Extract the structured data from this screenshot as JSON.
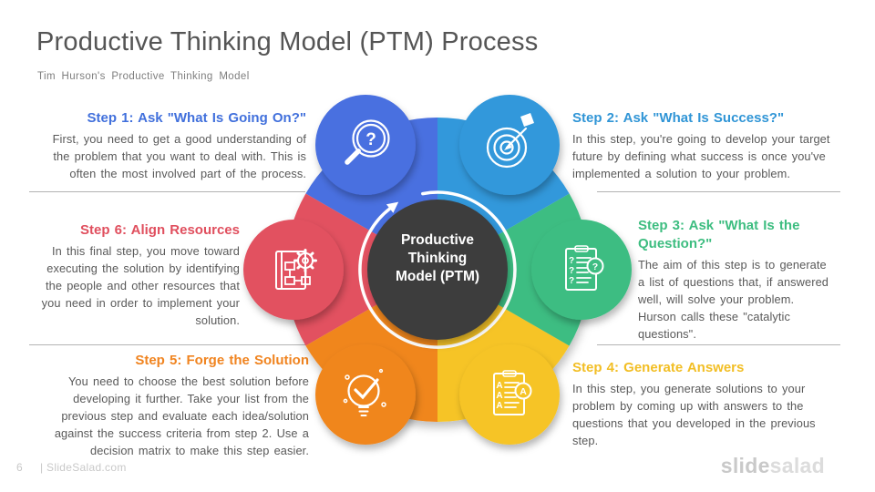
{
  "slide": {
    "title": "Productive Thinking Model (PTM) Process",
    "subtitle": "Tim Hurson's  Productive  Thinking  Model"
  },
  "center": {
    "label": "Productive\nThinking\nModel (PTM)",
    "bg": "#3d3d3d",
    "text_color": "#ffffff",
    "arrow_icon": "cycle-arrow-icon"
  },
  "steps": [
    {
      "heading": "Step 1: Ask \"What Is Going On?\"",
      "body": "First, you need to get a good understanding of the problem that you want to deal with. This is often the most involved part of the process.",
      "color": "#4170dc",
      "fill": "#4a6fe0",
      "icon": "magnifier-question-icon",
      "glyph": "?"
    },
    {
      "heading": "Step 2: Ask \"What Is Success?\"",
      "body": "In this step, you're going to develop your target future by defining what success is once you've implemented a solution to your problem.",
      "color": "#3095d6",
      "fill": "#3398db",
      "icon": "target-dart-icon",
      "glyph": ""
    },
    {
      "heading": "Step 3: Ask \"What Is the Question?\"",
      "body": "The aim of this step is to generate a list of questions that, if answered well, will solve your problem. Hurson calls these \"catalytic questions\".",
      "color": "#3dbd80",
      "fill": "#3ebd82",
      "icon": "question-list-clipboard-icon",
      "glyph": "?"
    },
    {
      "heading": "Step 4: Generate Answers",
      "body": "In this step, you generate solutions to your problem by coming up with answers to the questions that you developed in the previous step.",
      "color": "#f2be24",
      "fill": "#f6c426",
      "icon": "answer-list-clipboard-icon",
      "glyph": "A"
    },
    {
      "heading": "Step 5: Forge the Solution",
      "body": "You need to choose the best solution before developing it further. Take your list from the previous step and evaluate each idea/solution against the success criteria from step 2. Use a decision matrix to make this step easier.",
      "color": "#f08420",
      "fill": "#f0861f",
      "icon": "bulb-check-icon",
      "glyph": ""
    },
    {
      "heading": "Step 6: Align Resources",
      "body": "In this final step, you move toward executing the solution by identifying the people and other resources that you need in order to implement your solution.",
      "color": "#e04f5e",
      "fill": "#e25160",
      "icon": "plan-gear-icon",
      "glyph": ""
    }
  ],
  "footer": {
    "page_number": "6",
    "site": "| SlideSalad.com",
    "logo_left": "slide",
    "logo_right": "salad"
  }
}
